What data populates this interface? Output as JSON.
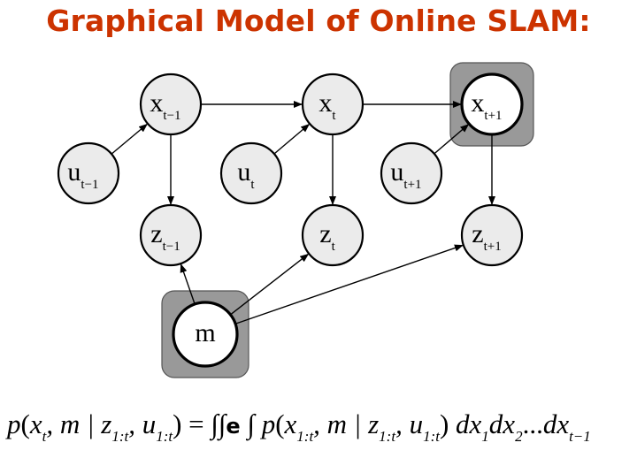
{
  "title": "Graphical Model of Online SLAM:",
  "colors": {
    "title": "#cc3300",
    "node_fill": "#ebebeb",
    "node_observed_fill": "#ffffff",
    "highlight_box": "#999999",
    "stroke": "#000000"
  },
  "nodes": [
    {
      "id": "x_prev",
      "base": "x",
      "sub": "t−1"
    },
    {
      "id": "x_t",
      "base": "x",
      "sub": "t"
    },
    {
      "id": "x_next",
      "base": "x",
      "sub": "t+1"
    },
    {
      "id": "u_prev",
      "base": "u",
      "sub": "t−1"
    },
    {
      "id": "u_t",
      "base": "u",
      "sub": "t"
    },
    {
      "id": "u_next",
      "base": "u",
      "sub": "t+1"
    },
    {
      "id": "z_prev",
      "base": "z",
      "sub": "t−1"
    },
    {
      "id": "z_t",
      "base": "z",
      "sub": "t"
    },
    {
      "id": "z_next",
      "base": "z",
      "sub": "t+1"
    },
    {
      "id": "m",
      "base": "m",
      "sub": ""
    }
  ],
  "edges": [
    [
      "x_prev",
      "x_t"
    ],
    [
      "x_t",
      "x_next"
    ],
    [
      "u_prev",
      "x_prev"
    ],
    [
      "u_t",
      "x_t"
    ],
    [
      "u_next",
      "x_next"
    ],
    [
      "x_prev",
      "z_prev"
    ],
    [
      "x_t",
      "z_t"
    ],
    [
      "x_next",
      "z_next"
    ],
    [
      "m",
      "z_prev"
    ],
    [
      "m",
      "z_t"
    ],
    [
      "m",
      "z_next"
    ]
  ],
  "highlighted": [
    "x_next",
    "m"
  ],
  "formula": {
    "lhs_p": "p",
    "lhs_open": "(",
    "lhs_x": "x",
    "lhs_x_sub": "t",
    "lhs_m": ", m | ",
    "lhs_z": "z",
    "lhs_z_sub": "1:t",
    "lhs_u": ", u",
    "lhs_u_sub": "1:t",
    "lhs_close": ") =",
    "integrals": "∫∫",
    "ellipsis_glyph": "e",
    "integral_single": "∫",
    "rhs_p": "p",
    "rhs_open": "(",
    "rhs_x": "x",
    "rhs_x_sub": "1:t",
    "rhs_m": ", m | ",
    "rhs_z": "z",
    "rhs_z_sub": "1:t",
    "rhs_u": ", u",
    "rhs_u_sub": "1:t",
    "rhs_close": ")",
    "dx1": "dx",
    "dx1_sub": "1",
    "dx2": "dx",
    "dx2_sub": "2",
    "dots": "...",
    "dxn": "dx",
    "dxn_sub": "t−1"
  }
}
